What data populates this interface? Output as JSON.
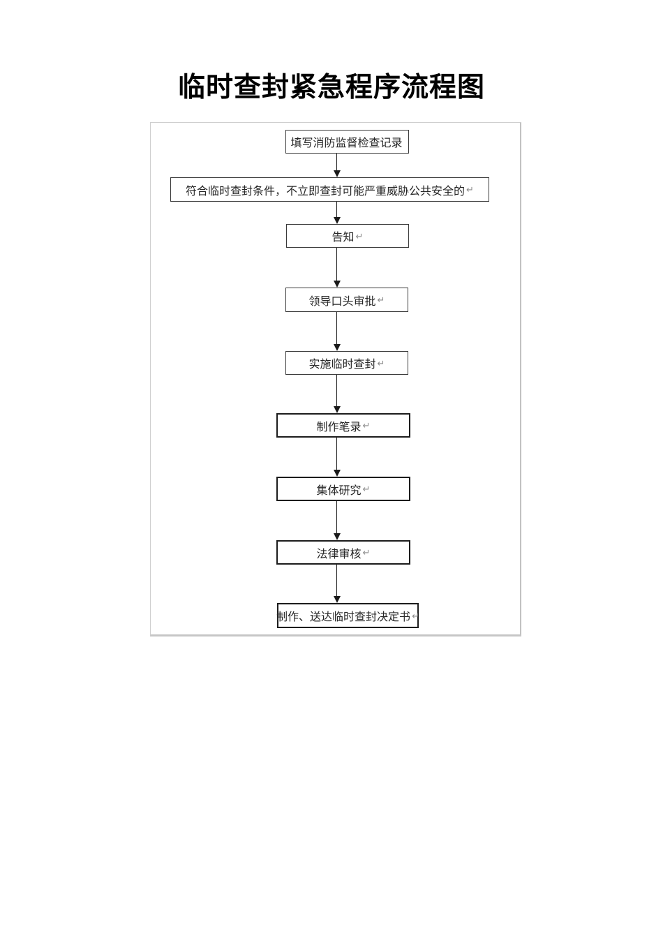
{
  "page": {
    "title": "临时查封紧急程序流程图"
  },
  "flowchart": {
    "direction": "top-down",
    "nodes": [
      {
        "label": "填写消防监督检查记录",
        "mark": ""
      },
      {
        "label": "符合临时查封条件，不立即查封可能严重威胁公共安全的",
        "mark": "↵"
      },
      {
        "label": "告知",
        "mark": "↵"
      },
      {
        "label": "领导口头审批",
        "mark": "↵"
      },
      {
        "label": "实施临时查封",
        "mark": "↵"
      },
      {
        "label": "制作笔录",
        "mark": "↵"
      },
      {
        "label": "集体研究",
        "mark": "↵"
      },
      {
        "label": "法律审核",
        "mark": "↵"
      },
      {
        "label": "制作、送达临时查封决定书",
        "mark": "↵"
      }
    ],
    "colors": {
      "box_border": "#3a3a3a",
      "box_border_heavy": "#1c1c1c",
      "arrow": "#1a1a1a",
      "canvas_border": "#c9c9c9",
      "text": "#262626",
      "return_mark": "#8a8a8a"
    }
  }
}
